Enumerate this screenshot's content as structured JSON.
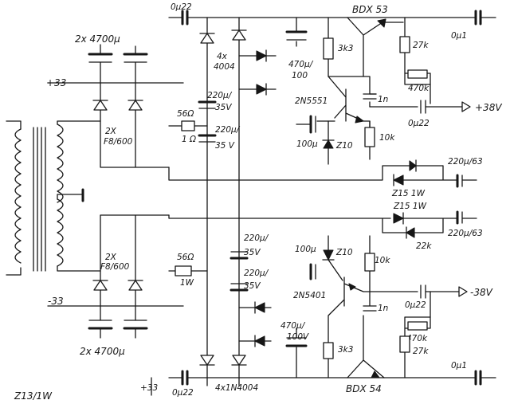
{
  "labels": {
    "c_top_left": "0µ22",
    "c_bottom_left": "0µ22",
    "c_top_right": "0µ1",
    "c_bottom_right": "0µ1",
    "c_out_top": "0µ22",
    "c_out_bottom": "0µ22",
    "filter_caps_top": "2x 4700µ",
    "filter_caps_bottom": "2x 4700µ",
    "plus33_left": "+33",
    "minus33_left": "-33",
    "plus33_bottom": "+33",
    "fuses_top_a": "2X",
    "fuses_top_b": "F8/600",
    "fuses_bottom_a": "2X",
    "fuses_bottom_b": "F8/600",
    "diodes_top_a": "4x",
    "diodes_top_b": "4004",
    "diodes_bottom": "4x1N4004",
    "r56_top": "56Ω",
    "r56_top_power": "1 Ω",
    "r56_bottom": "56Ω",
    "r56_bottom_power": "1W",
    "c220_t1_a": "220µ/",
    "c220_t1_b": "35V",
    "c220_t2_a": "220µ/",
    "c220_t2_b": "35 V",
    "c220_b1_a": "220µ/",
    "c220_b1_b": "35V",
    "c220_b2_a": "220µ/",
    "c220_b2_b": "35V",
    "c470_top_a": "470µ/",
    "c470_top_b": "100",
    "c470_bottom_a": "470µ/",
    "c470_bottom_b": "100V",
    "bdx53": "BDX 53",
    "bdx54": "BDX 54",
    "r3k3_top": "3k3",
    "r3k3_bottom": "3k3",
    "r27k_top": "27k",
    "r27k_bottom": "27k",
    "r470k_top": "470k",
    "r470k_bottom": "470k",
    "c1n_top": "1n",
    "c1n_bottom": "1n",
    "q_top": "2N5551",
    "q_bottom": "2N5401",
    "c100_top": "100µ",
    "c100_bottom": "100µ",
    "z10_top": "Z10",
    "z10_bottom": "Z10",
    "r10k_top": "10k",
    "r10k_bottom": "10k",
    "out_plus": "+38V",
    "out_minus": "-38V",
    "zener_top": "Z15  1W",
    "zener_bottom": "Z15  1W",
    "c220_63_top": "220µ/63",
    "c220_63_bottom": "220µ/63",
    "r22k": "22k",
    "corner_label": "Z13/1W"
  }
}
